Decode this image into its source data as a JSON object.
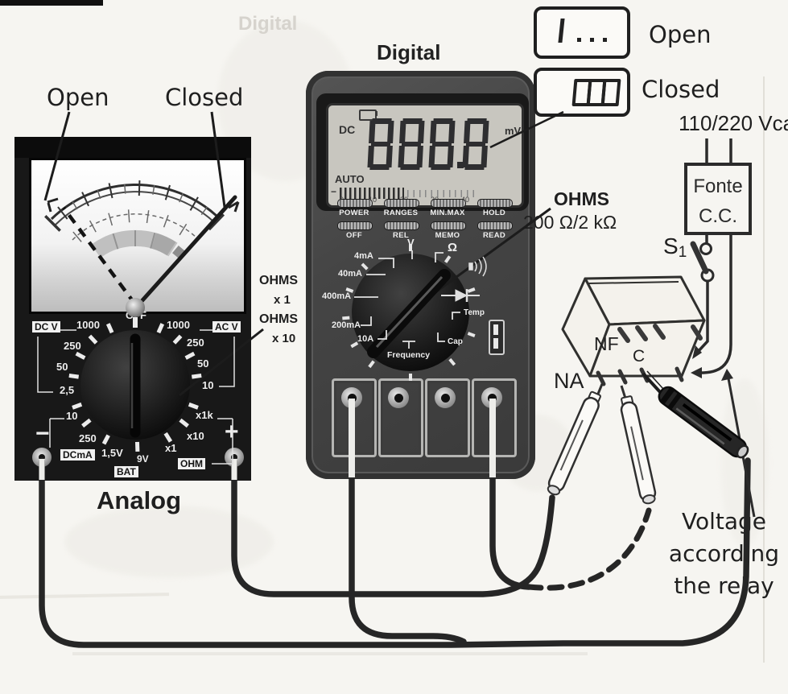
{
  "colors": {
    "paper": "#f6f5f1",
    "meter_body": "#1a1a1a",
    "digital_body": "#474747",
    "display_bg": "#c8c6bf",
    "wire": "#262626"
  },
  "analog": {
    "caption": "Analog",
    "open_label": "Open",
    "closed_label": "Closed",
    "panel": {
      "dcv_box": "DC V",
      "acv_box": "AC V",
      "dcma_box": "DCmA",
      "bat_box": "BAT",
      "ohm_box": "OHM",
      "off": "OFF",
      "dcv": [
        "1000",
        "250",
        "50",
        "2,5"
      ],
      "acv": [
        "1000",
        "250",
        "50",
        "10"
      ],
      "dcma": [
        "10",
        "250"
      ],
      "bat": [
        "1,5V",
        "9V"
      ],
      "ohm": [
        "x1k",
        "x10",
        "x1"
      ],
      "minus": "−",
      "plus": "+"
    }
  },
  "analog_callout": {
    "l1": "OHMS",
    "l2": "x 1",
    "l3": "OHMS",
    "l4": "x 10"
  },
  "digital": {
    "title": "Digital",
    "display": {
      "mode": "DC",
      "digits": "8888",
      "unit": "mV",
      "auto": "AUTO",
      "minus": "−",
      "scale": [
        "0",
        "10",
        "20",
        "30",
        "40"
      ]
    },
    "buttons": {
      "row1": [
        "POWER",
        "RANGES",
        "MIN.MAX",
        "HOLD"
      ],
      "row2": [
        "OFF",
        "REL",
        "MEMO",
        "READ"
      ]
    },
    "dial": {
      "left": [
        "4mA",
        "40mA",
        "400mA",
        "200mA",
        "10A"
      ],
      "top": "V",
      "ohm": "Ω",
      "temp": "Temp",
      "cap": "Cap",
      "frequency": "Frequency"
    }
  },
  "digital_callout": {
    "l1": "OHMS",
    "l2": "200 Ω/2 kΩ"
  },
  "states": {
    "open": {
      "display": "1 . . .",
      "label": "Open"
    },
    "closed": {
      "display": "000",
      "label": "Closed"
    }
  },
  "supply": {
    "mains": "110/220 Vca",
    "source_l1": "Fonte",
    "source_l2": "C.C.",
    "switch": "S",
    "switch_sub": "1"
  },
  "relay": {
    "pin_na": "NA",
    "pin_nf": "NF",
    "pin_c": "C"
  },
  "note": {
    "l1": "Voltage",
    "l2": "according",
    "l3": "the relay"
  }
}
